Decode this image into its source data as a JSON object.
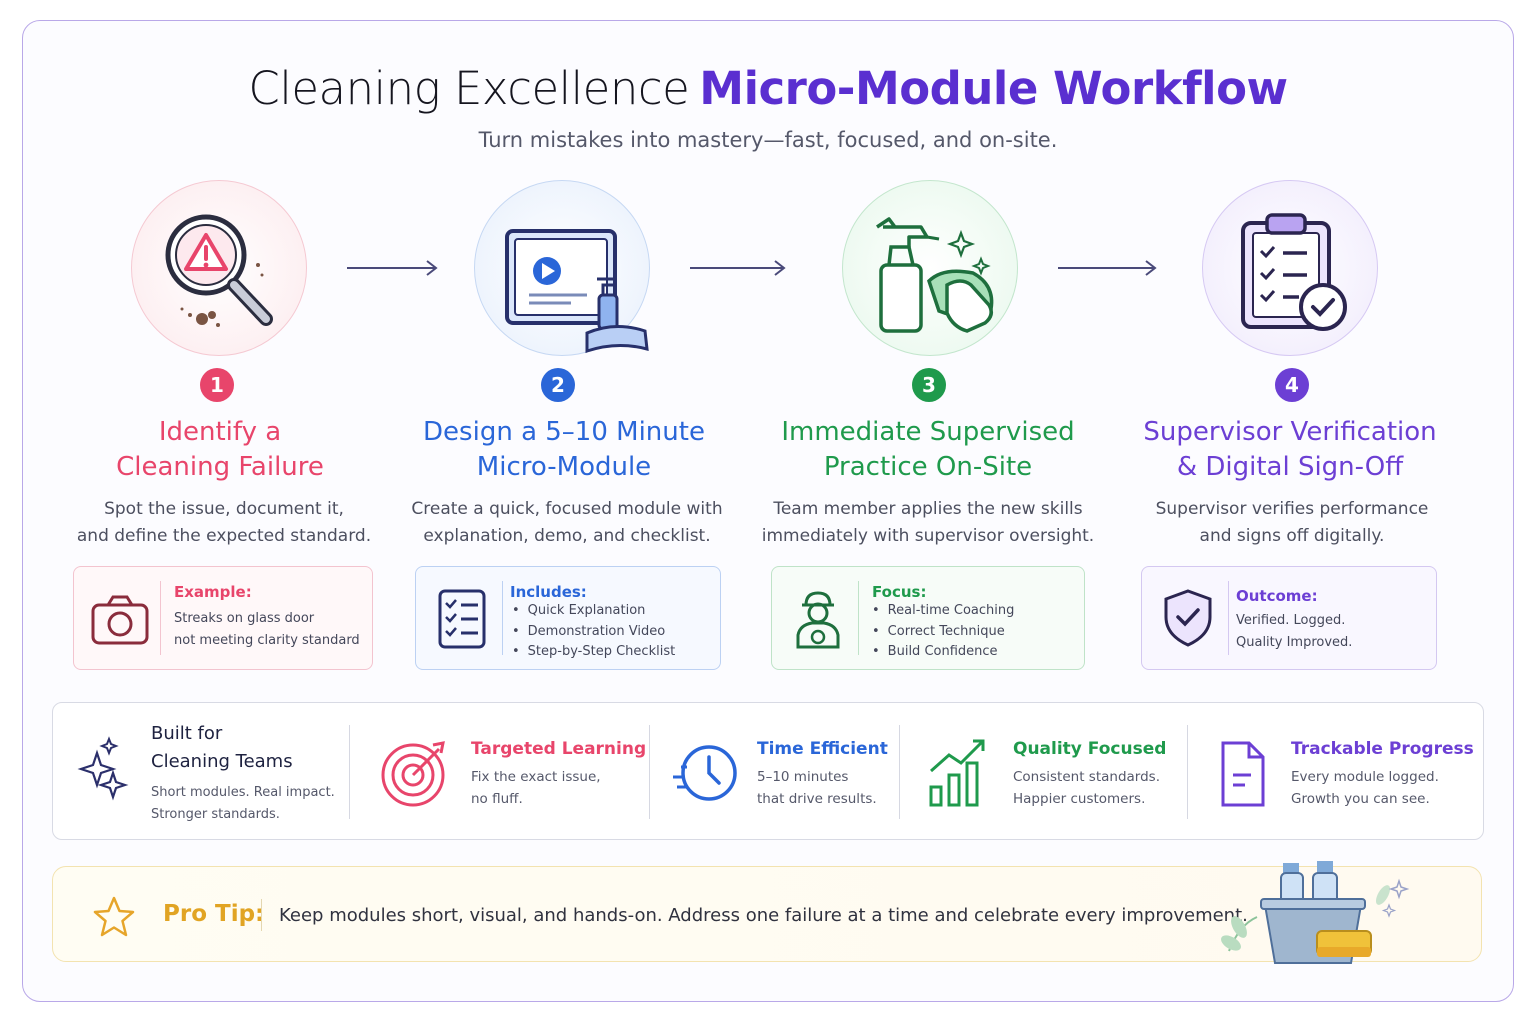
{
  "header": {
    "title_part1": "Cleaning Excellence",
    "title_part2": "Micro-Module Workflow",
    "subtitle": "Turn mistakes into mastery—fast, focused, and on-site."
  },
  "steps": [
    {
      "number": "1",
      "title_line1": "Identify a",
      "title_line2": "Cleaning Failure",
      "desc_line1": "Spot the issue, document it,",
      "desc_line2": "and define the expected standard.",
      "card_head": "Example:",
      "card_lines": [
        "Streaks on glass door",
        "not meeting clarity standard"
      ],
      "color": "#e8456b",
      "icon": "magnifier-warning-icon"
    },
    {
      "number": "2",
      "title_line1": "Design a 5–10 Minute",
      "title_line2": "Micro-Module",
      "desc_line1": "Create a quick, focused module with",
      "desc_line2": "explanation, demo, and checklist.",
      "card_head": "Includes:",
      "card_items": [
        "Quick Explanation",
        "Demonstration Video",
        "Step-by-Step Checklist"
      ],
      "color": "#2a66d8",
      "icon": "video-screen-icon"
    },
    {
      "number": "3",
      "title_line1": "Immediate Supervised",
      "title_line2": "Practice On-Site",
      "desc_line1": "Team member applies the new skills",
      "desc_line2": "immediately with supervisor oversight.",
      "card_head": "Focus:",
      "card_items": [
        "Real-time Coaching",
        "Correct Technique",
        "Build Confidence"
      ],
      "color": "#1f9a4c",
      "icon": "spray-cloth-icon"
    },
    {
      "number": "4",
      "title_line1": "Supervisor Verification",
      "title_line2": "& Digital Sign-Off",
      "desc_line1": "Supervisor verifies performance",
      "desc_line2": "and signs off digitally.",
      "card_head": "Outcome:",
      "card_lines": [
        "Verified. Logged.",
        "Quality Improved."
      ],
      "color": "#6c3fd4",
      "icon": "clipboard-check-icon"
    }
  ],
  "features": {
    "built": {
      "line1": "Built for",
      "line2": "Cleaning Teams",
      "sub1": "Short modules. Real impact.",
      "sub2": "Stronger standards."
    },
    "items": [
      {
        "head": "Targeted Learning",
        "sub1": "Fix the exact issue,",
        "sub2": "no fluff.",
        "color": "#e8456b"
      },
      {
        "head": "Time Efficient",
        "sub1": "5–10 minutes",
        "sub2": "that drive results.",
        "color": "#2a66d8"
      },
      {
        "head": "Quality Focused",
        "sub1": "Consistent standards.",
        "sub2": "Happier customers.",
        "color": "#1f9a4c"
      },
      {
        "head": "Trackable Progress",
        "sub1": "Every module logged.",
        "sub2": "Growth you can see.",
        "color": "#6c3fd4"
      }
    ]
  },
  "tip": {
    "label": "Pro Tip:",
    "text": "Keep modules short, visual, and hands-on. Address one failure at a time and celebrate every improvement."
  }
}
